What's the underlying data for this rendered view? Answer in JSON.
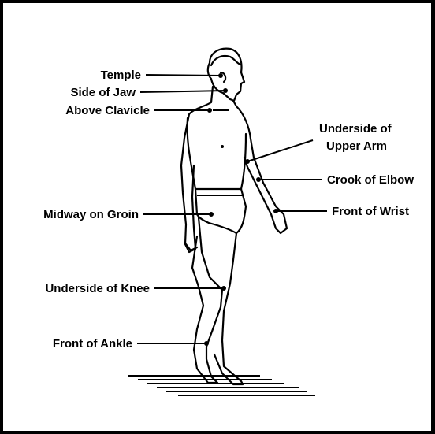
{
  "labels": {
    "temple": "Temple",
    "side_of_jaw": "Side of Jaw",
    "above_clavicle": "Above Clavicle",
    "underside_upper_arm_line1": "Underside of",
    "underside_upper_arm_line2": "Upper Arm",
    "crook_of_elbow": "Crook of Elbow",
    "front_of_wrist": "Front of Wrist",
    "midway_on_groin": "Midway on Groin",
    "underside_of_knee": "Underside of Knee",
    "front_of_ankle": "Front of Ankle"
  },
  "colors": {
    "line": "#000000",
    "background": "#ffffff"
  }
}
